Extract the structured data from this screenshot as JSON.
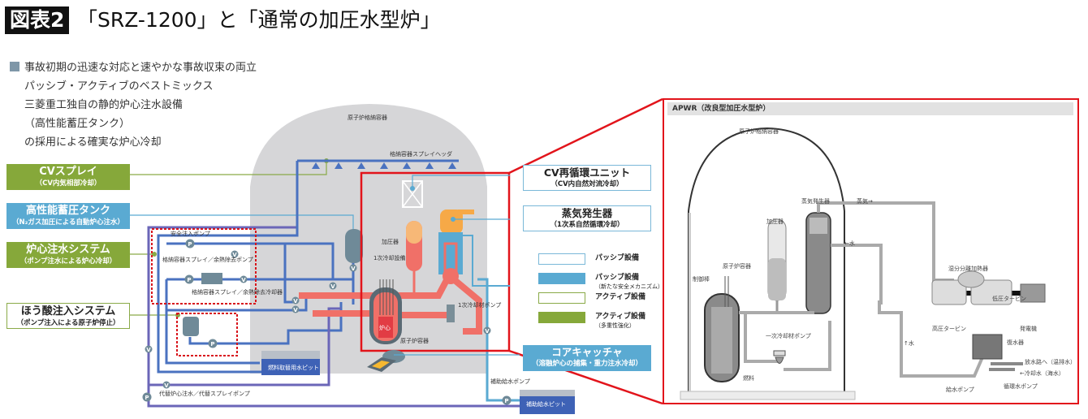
{
  "header": {
    "badge": "図表2",
    "title": "「SRZ-1200」と「通常の加圧水型炉」"
  },
  "summary": {
    "lines": [
      "事故初期の迅速な対応と速やかな事故収束の両立",
      "パッシブ・アクティブのベストミックス",
      "三菱重工独自の静的炉心注水設備",
      "（高性能蓄圧タンク）",
      "の採用による確実な炉心冷却"
    ]
  },
  "left_callouts": [
    {
      "title": "CVスプレイ",
      "sub": "（CV内気相部冷却）",
      "style": "active-multi"
    },
    {
      "title": "高性能蓄圧タンク",
      "sub": "（N₂ガス加圧による自動炉心注水）",
      "style": "passive-new"
    },
    {
      "title": "炉心注水システム",
      "sub": "（ポンプ注水による炉心冷却）",
      "style": "active-multi"
    },
    {
      "title": "ほう酸注入システム",
      "sub": "（ポンプ注入による原子炉停止）",
      "style": "active"
    }
  ],
  "right_callouts": [
    {
      "title": "CV再循環ユニット",
      "sub": "（CV内自然対流冷却）",
      "style": "passive"
    },
    {
      "title": "蒸気発生器",
      "sub": "（1次系自然循環冷却）",
      "style": "passive"
    },
    {
      "title": "コアキャッチャ",
      "sub": "（溶融炉心の捕集・重力注水冷却）",
      "style": "passive-new"
    }
  ],
  "legend": [
    {
      "label": "パッシブ設備",
      "note": "",
      "fill": "#ffffff",
      "border": "#7ab8d8"
    },
    {
      "label": "パッシブ設備",
      "note": "（新たな安全メカニズム）",
      "fill": "#5aaad2",
      "border": "#5aaad2"
    },
    {
      "label": "アクティブ設備",
      "note": "",
      "fill": "#ffffff",
      "border": "#8aaa48"
    },
    {
      "label": "アクティブ設備",
      "note": "（多重性強化）",
      "fill": "#86a83a",
      "border": "#86a83a"
    }
  ],
  "srz_diagram": {
    "containment": "原子炉格納容器",
    "spray_header": "格納容器スプレイヘッダ",
    "safety_injection_pump": "安全注入ポンプ",
    "cv_spray_pump": "格納容器スプレイ／余熱除去ポンプ",
    "cv_spray_cooler": "格納容器スプレイ／余熱除去冷却器",
    "pressurizer": "加圧器",
    "primary_cooling": "1次冷却設備",
    "core": "炉心",
    "reactor_vessel": "原子炉容器",
    "primary_pump": "1次冷却材ポンプ",
    "refueling_pit": "燃料取替用水ピット",
    "alt_pump": "代替炉心注水／代替スプレイポンプ",
    "aux_feed_pump": "補助給水ポンプ",
    "aux_feed_pit": "補助給水ピット",
    "pump_symbol": "P",
    "valve_symbol": "V"
  },
  "apwr": {
    "header": "APWR（改良型加圧水型炉）",
    "containment": "原子炉格納容器",
    "steam_generator": "蒸気発生器",
    "steam": "蒸気→",
    "water": "←水",
    "water_up": "↑水",
    "pressurizer": "加圧器",
    "reactor_vessel": "原子炉容器",
    "control_rod": "制御棒",
    "primary_pump": "一次冷却材ポンプ",
    "fuel": "燃料",
    "moisture_separator": "湿分分離加熱器",
    "lp_turbine": "低圧タービン",
    "hp_turbine": "高圧タービン",
    "generator": "発電機",
    "condenser": "復水器",
    "to_outlet": "放水路へ（温排水）",
    "cooling_water": "←冷却水（海水）",
    "circ_pump": "循環水ポンプ",
    "feed_pump": "給水ポンプ"
  },
  "colors": {
    "accent_red": "#e2141b",
    "active_green": "#86a83a",
    "passive_blue": "#5aaad2",
    "pipe_blue": "#4a72c0",
    "pipe_purple": "#6b66b8",
    "primary_loop": "#f07068",
    "containment_gray": "#d6d6d8"
  }
}
